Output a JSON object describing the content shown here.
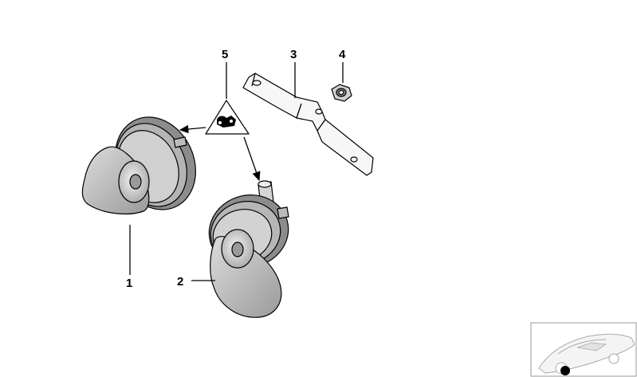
{
  "diagram": {
    "callouts": [
      {
        "id": "1",
        "label": "1"
      },
      {
        "id": "2",
        "label": "2"
      },
      {
        "id": "3",
        "label": "3"
      },
      {
        "id": "4",
        "label": "4"
      },
      {
        "id": "5",
        "label": "5"
      }
    ],
    "parts": [
      {
        "callout": "1",
        "name": "horn-high-tone"
      },
      {
        "callout": "2",
        "name": "horn-low-tone"
      },
      {
        "callout": "3",
        "name": "mounting-bracket"
      },
      {
        "callout": "4",
        "name": "nut"
      },
      {
        "callout": "5",
        "name": "warning-label"
      }
    ],
    "colors": {
      "line": "#000000",
      "fill_light": "#e6e6e6",
      "fill_mid": "#bdbdbd",
      "fill_dark": "#8a8a8a"
    }
  }
}
